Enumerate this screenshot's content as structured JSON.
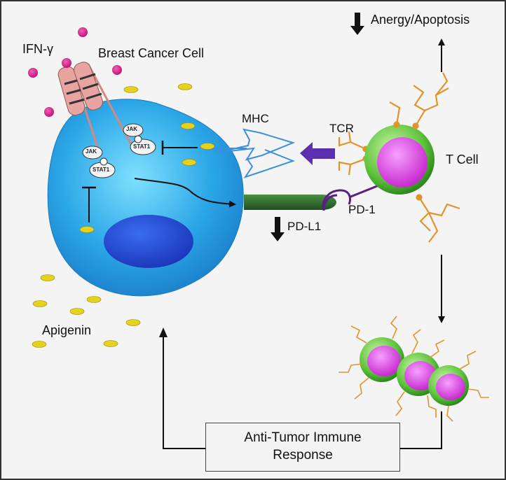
{
  "labels": {
    "ifn_gamma": "IFN-γ",
    "breast_cancer_cell": "Breast Cancer Cell",
    "mhc": "MHC",
    "tcr": "TCR",
    "t_cell": "T Cell",
    "pd1": "PD-1",
    "pdl1": "PD-L1",
    "apigenin": "Apigenin",
    "anergy_apoptosis": "Anergy/Apoptosis",
    "jak": "JAK",
    "stat1": "STAT1",
    "anti_tumor_line1": "Anti-Tumor Immune",
    "anti_tumor_line2": "Response"
  },
  "colors": {
    "cancer_cell": "#2aa6e6",
    "nucleus": "#1f4fd8",
    "t_cell_outer": "#5cc23a",
    "t_cell_inner": "#e040e8",
    "ifn_particles": "#d81b8a",
    "apigenin": "#e6d21a",
    "pdl1": "#2e6b2e",
    "pd1": "#5a2080",
    "mhc": "#3b8fe0",
    "tcr": "#e0952a",
    "arrow_purple": "#5a2fb0",
    "receptor": "#e8a4a0"
  }
}
